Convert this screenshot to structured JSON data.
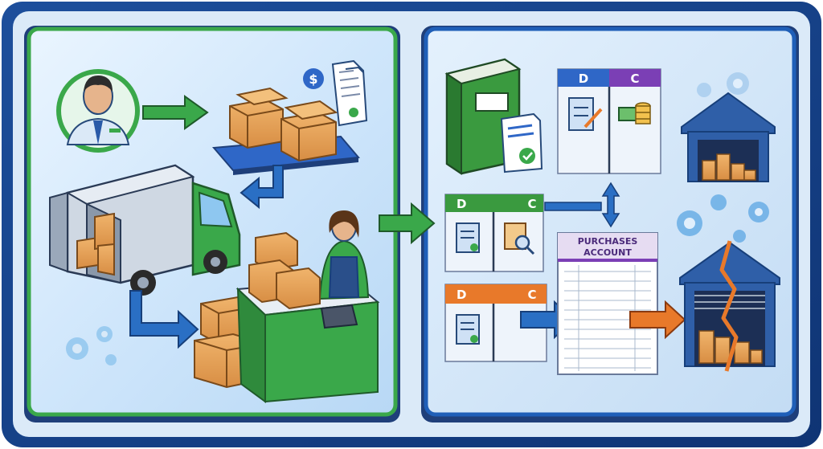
{
  "ledgers": {
    "top": {
      "debit": "D",
      "credit": "C"
    },
    "green": {
      "debit": "D",
      "credit": "C"
    },
    "orange": {
      "debit": "D",
      "credit": "C"
    }
  },
  "purchases_account": {
    "line1": "PURCHASES",
    "line2": "ACCOUNT"
  },
  "icons": {
    "dollar_symbol": "$"
  },
  "colors": {
    "green_border": "#3aa84a",
    "blue_border": "#1f5fb8",
    "arrow_green": "#3aa84a",
    "arrow_blue": "#2a6fc4",
    "arrow_orange": "#e87a2e",
    "debit_blue": "#2f67c7",
    "credit_purple": "#7b3fb5",
    "ledger_green": "#3a9a3f",
    "ledger_orange": "#e8792a",
    "box": "#e8a35a"
  }
}
